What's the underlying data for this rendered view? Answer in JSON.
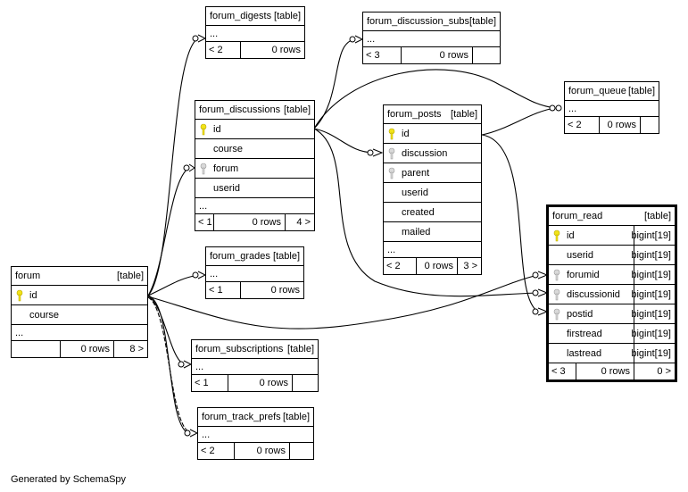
{
  "footer": "Generated by SchemaSpy",
  "tables": {
    "forum_digests": {
      "name": "forum_digests",
      "tag": "[table]",
      "dots": "...",
      "parents": "< 2",
      "rows": "0 rows"
    },
    "forum_discussion_subs": {
      "name": "forum_discussion_subs",
      "tag": "[table]",
      "dots": "...",
      "parents": "< 3",
      "rows": "0 rows"
    },
    "forum_queue": {
      "name": "forum_queue",
      "tag": "[table]",
      "dots": "...",
      "parents": "< 2",
      "rows": "0 rows"
    },
    "forum_discussions": {
      "name": "forum_discussions",
      "tag": "[table]",
      "columns": [
        {
          "name": "id",
          "key": "primary"
        },
        {
          "name": "course",
          "key": "none"
        },
        {
          "name": "forum",
          "key": "foreign"
        },
        {
          "name": "userid",
          "key": "none"
        }
      ],
      "dots": "...",
      "parents": "< 1",
      "rows": "0 rows",
      "children": "4 >"
    },
    "forum_posts": {
      "name": "forum_posts",
      "tag": "[table]",
      "columns": [
        {
          "name": "id",
          "key": "primary"
        },
        {
          "name": "discussion",
          "key": "foreign"
        },
        {
          "name": "parent",
          "key": "foreign"
        },
        {
          "name": "userid",
          "key": "none"
        },
        {
          "name": "created",
          "key": "none"
        },
        {
          "name": "mailed",
          "key": "none"
        }
      ],
      "dots": "...",
      "parents": "< 2",
      "rows": "0 rows",
      "children": "3 >"
    },
    "forum_read": {
      "name": "forum_read",
      "tag": "[table]",
      "columns": [
        {
          "name": "id",
          "type": "bigint[19]",
          "key": "primary"
        },
        {
          "name": "userid",
          "type": "bigint[19]",
          "key": "none"
        },
        {
          "name": "forumid",
          "type": "bigint[19]",
          "key": "foreign"
        },
        {
          "name": "discussionid",
          "type": "bigint[19]",
          "key": "foreign"
        },
        {
          "name": "postid",
          "type": "bigint[19]",
          "key": "foreign"
        },
        {
          "name": "firstread",
          "type": "bigint[19]",
          "key": "none"
        },
        {
          "name": "lastread",
          "type": "bigint[19]",
          "key": "none"
        }
      ],
      "parents": "< 3",
      "rows": "0 rows",
      "children": "0 >"
    },
    "forum_grades": {
      "name": "forum_grades",
      "tag": "[table]",
      "dots": "...",
      "parents": "< 1",
      "rows": "0 rows"
    },
    "forum": {
      "name": "forum",
      "tag": "[table]",
      "columns": [
        {
          "name": "id",
          "key": "primary"
        },
        {
          "name": "course",
          "key": "none"
        }
      ],
      "dots": "...",
      "rows": "0 rows",
      "children": "8 >"
    },
    "forum_subscriptions": {
      "name": "forum_subscriptions",
      "tag": "[table]",
      "dots": "...",
      "parents": "< 1",
      "rows": "0 rows"
    },
    "forum_track_prefs": {
      "name": "forum_track_prefs",
      "tag": "[table]",
      "dots": "...",
      "parents": "< 2",
      "rows": "0 rows"
    }
  },
  "relationships": [
    {
      "from": "forum",
      "to": "forum_digests"
    },
    {
      "from": "forum",
      "to": "forum_discussions"
    },
    {
      "from": "forum",
      "to": "forum_grades"
    },
    {
      "from": "forum",
      "to": "forum_subscriptions"
    },
    {
      "from": "forum",
      "to": "forum_track_prefs"
    },
    {
      "from": "forum",
      "to": "forum_read"
    },
    {
      "from": "forum_discussions",
      "to": "forum_discussion_subs"
    },
    {
      "from": "forum_discussions",
      "to": "forum_posts"
    },
    {
      "from": "forum_discussions",
      "to": "forum_queue"
    },
    {
      "from": "forum_discussions",
      "to": "forum_read"
    },
    {
      "from": "forum_posts",
      "to": "forum_queue"
    },
    {
      "from": "forum_posts",
      "to": "forum_read"
    }
  ]
}
